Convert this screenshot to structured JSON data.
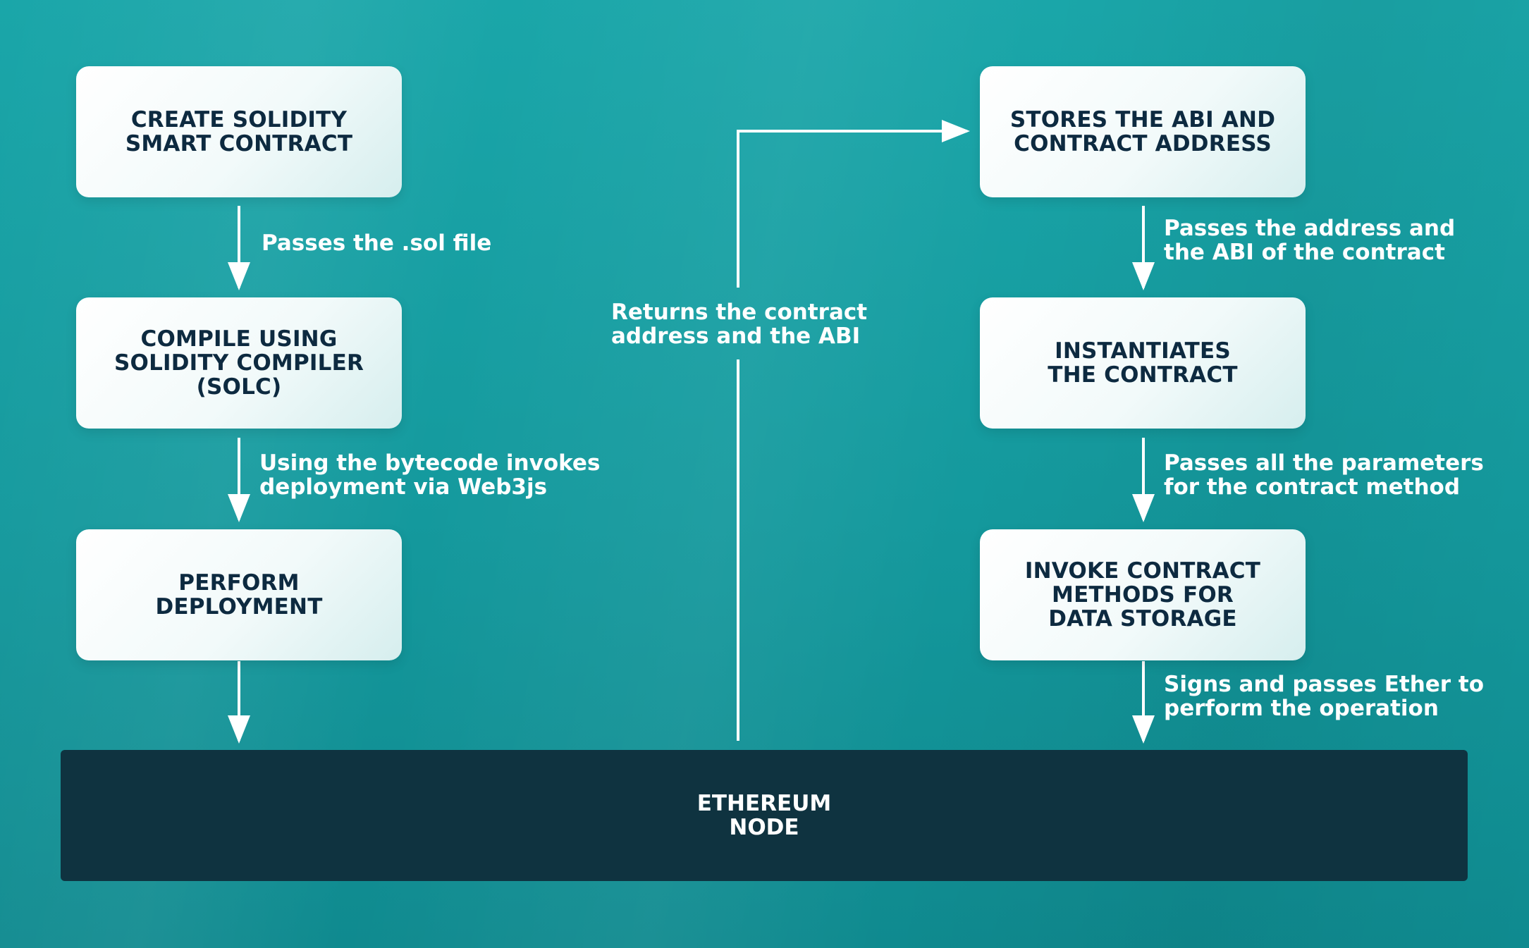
{
  "steps_left": [
    {
      "label": "CREATE SOLIDITY\nSMART CONTRACT"
    },
    {
      "label": "COMPILE USING\nSOLIDITY COMPILER\n(SOLC)"
    },
    {
      "label": "PERFORM\nDEPLOYMENT"
    }
  ],
  "steps_right": [
    {
      "label": "STORES THE ABI AND\nCONTRACT ADDRESS"
    },
    {
      "label": "INSTANTIATES\nTHE CONTRACT"
    },
    {
      "label": "INVOKE CONTRACT\nMETHODS FOR\nDATA STORAGE"
    }
  ],
  "edge_labels": {
    "passes_sol": "Passes the .sol file",
    "invokes_deployment": "Using the bytecode invokes\ndeployment via Web3js",
    "returns_address": "Returns the contract\naddress and the ABI",
    "passes_address_abi": "Passes the address and\nthe ABI of the contract",
    "passes_parameters": "Passes all the parameters\nfor the contract method",
    "signs_passes_ether": "Signs and passes Ether to\nperform the operation"
  },
  "node": {
    "label": "ETHEREUM\nNODE"
  },
  "colors": {
    "background": "#14999d",
    "box_fill": "#ffffff",
    "box_text": "#0d2a40",
    "node_fill": "#0f3340",
    "arrow": "#ffffff"
  }
}
